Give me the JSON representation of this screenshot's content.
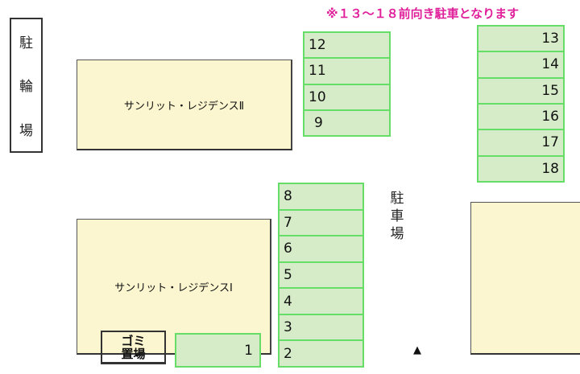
{
  "note": "※１３〜１８前向き駐車となります",
  "note_color": "#e0209a",
  "bicycle_parking": [
    "駐",
    "輪",
    "場"
  ],
  "building_2": "サンリット・レジデンスⅡ",
  "building_1": "サンリット・レジデンスⅠ",
  "parking_label": [
    "駐",
    "車",
    "場"
  ],
  "garbage": [
    "ゴミ",
    "置場"
  ],
  "marker": "▲",
  "spots_col_a": [
    "12",
    "11",
    "10",
    "9"
  ],
  "spots_col_b": [
    "13",
    "14",
    "15",
    "16",
    "17",
    "18"
  ],
  "spots_col_c": [
    "8",
    "7",
    "6",
    "5",
    "4",
    "3",
    "2"
  ],
  "spot_1": "1"
}
